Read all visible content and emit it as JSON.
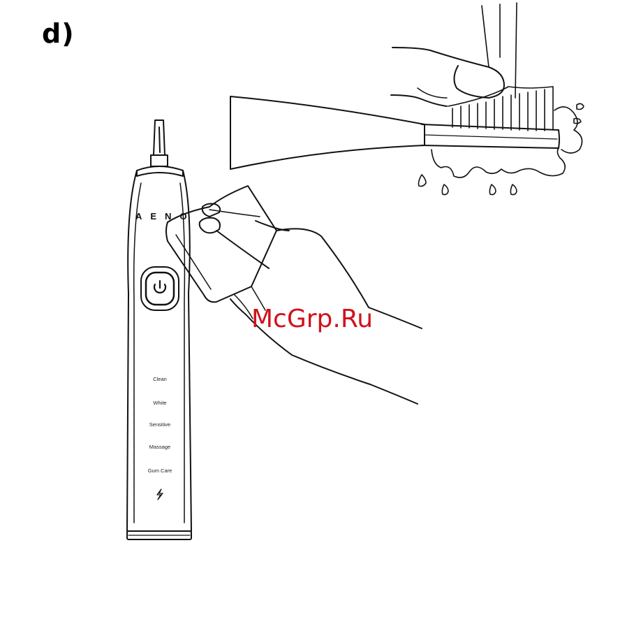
{
  "step_label": "d)",
  "brand": "AENO",
  "modes": [
    "Clean",
    "White",
    "Sensitive",
    "Massage",
    "Gum Care"
  ],
  "icons": [
    "power-icon",
    "lightning-icon"
  ],
  "watermark": "McGrp.Ru",
  "colors": {
    "line": "#111111",
    "watermark": "#d0121b",
    "background": "#ffffff"
  }
}
